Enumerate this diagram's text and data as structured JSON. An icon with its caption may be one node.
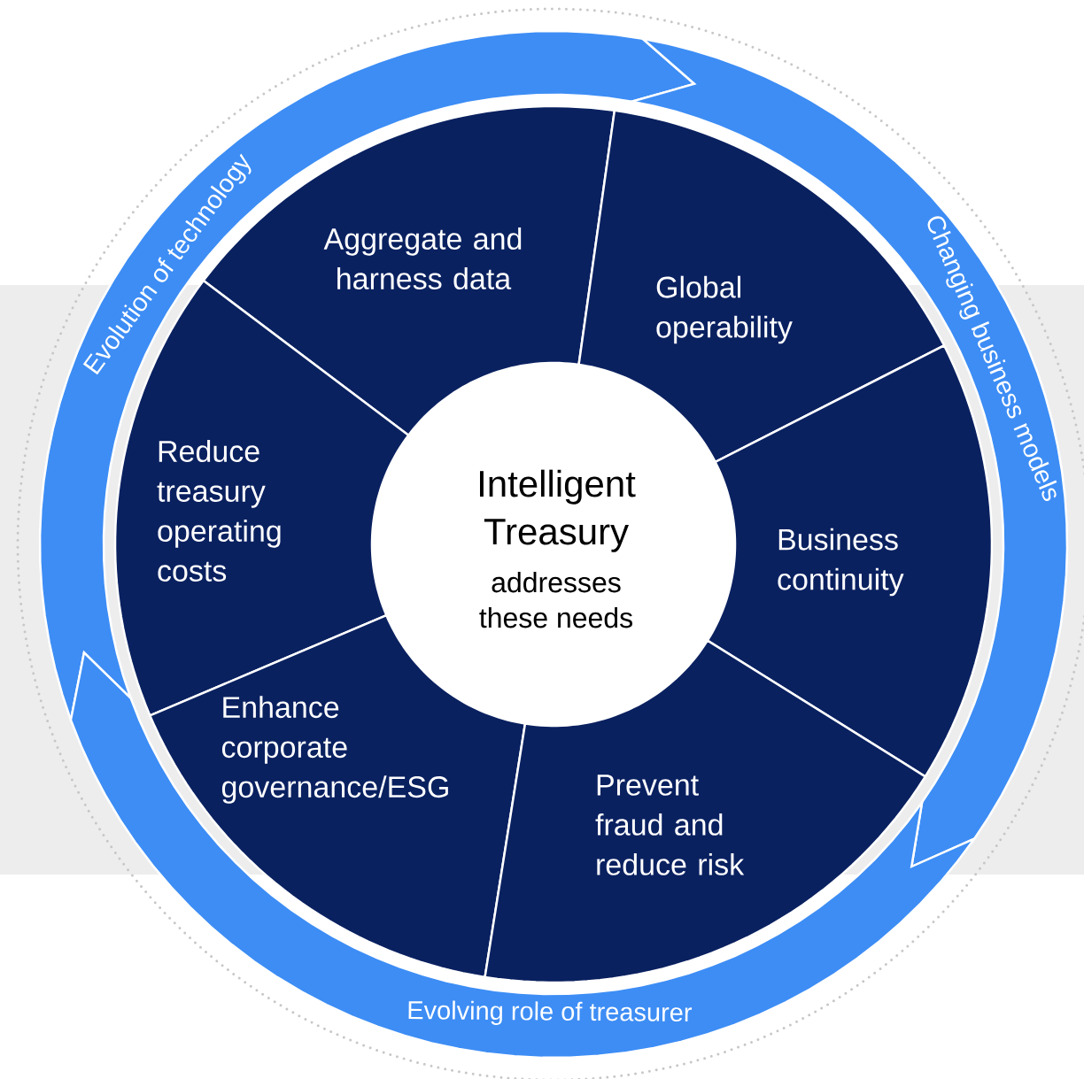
{
  "diagram": {
    "nodes": [
      {
        "text": [
          "Evolution of technology"
        ]
      },
      {
        "text": [
          "Changing business models"
        ]
      },
      {
        "text": [
          "Aggregate and harness data"
        ]
      },
      {
        "text": [
          "Global operability"
        ]
      },
      {
        "text": [
          "Reduce treasury operating costs"
        ]
      },
      {
        "text": [
          "Intelligent Treasury",
          "addresses these needs"
        ]
      },
      {
        "text": [
          "Business continuity"
        ]
      },
      {
        "text": [
          "Enhance corporate governance/ESG"
        ]
      },
      {
        "text": [
          "Prevent fraud and reduce risk"
        ]
      },
      {
        "text": [
          "Evolving role of treasurer"
        ]
      }
    ]
  }
}
